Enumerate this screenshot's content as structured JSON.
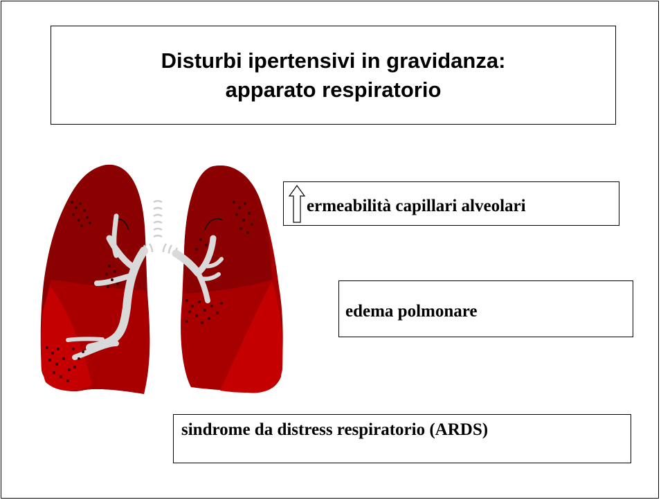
{
  "title": {
    "line1": "Disturbi ipertensivi in gravidanza:",
    "line2": "apparato respiratorio"
  },
  "boxes": {
    "permeability": "ermeabilità capillari alveolari",
    "edema": "edema polmonare",
    "ards": "sindrome da distress respiratorio (ARDS)"
  },
  "icons": {
    "up_arrow": "up-arrow-icon",
    "lungs": "lungs-illustration"
  },
  "colors": {
    "lung_dark": "#8b0000",
    "lung_mid": "#a80000",
    "lung_bright": "#c40000",
    "bronchi": "#d9d9d9",
    "dots": "#3a0000"
  }
}
